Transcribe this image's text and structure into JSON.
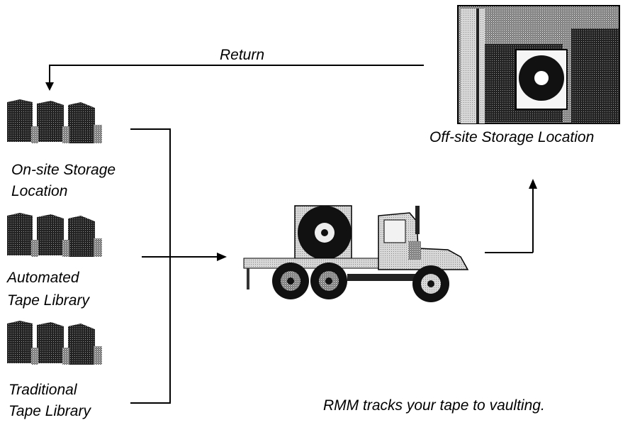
{
  "diagram": {
    "return_label": "Return",
    "offsite_label": "Off-site Storage Location",
    "sources": [
      {
        "label_line1": "On-site Storage",
        "label_line2": "Location",
        "icon": "tape-stack-icon"
      },
      {
        "label_line1": "Automated",
        "label_line2": "Tape Library",
        "icon": "tape-stack-icon"
      },
      {
        "label_line1": "Traditional",
        "label_line2": "Tape Library",
        "icon": "tape-stack-icon"
      }
    ],
    "truck_icon": "truck-icon",
    "vault_icon": "vault-icon",
    "caption": "RMM tracks your tape to vaulting."
  }
}
